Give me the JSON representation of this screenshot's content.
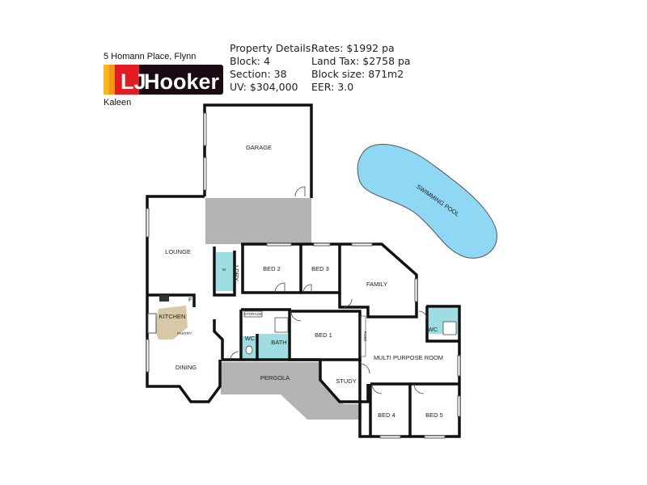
{
  "header": {
    "address": "5 Homann Place, Flynn",
    "suburb": "Kaleen",
    "logo_text": "LJ Hooker",
    "brand_colors": {
      "red": "#e31b23",
      "orange": "#f7941d",
      "yellow": "#fdb913",
      "dark": "#1a0a14"
    }
  },
  "details": {
    "col1": [
      "Property Details:",
      "Block: 4",
      "Section: 38",
      "UV: $304,000"
    ],
    "col2": [
      "Rates: $1992 pa",
      "Land Tax: $2758 pa",
      "Block size: 871m2",
      "EER: 3.0"
    ]
  },
  "rooms": {
    "garage": "GARAGE",
    "lounge": "LOUNGE",
    "kitchen": "KITCHEN",
    "pantry": "PANTRY",
    "fridge": "F",
    "dining": "DINING",
    "laundry": "LDRY",
    "washer": "W",
    "bed2": "BED 2",
    "bed3": "BED 3",
    "family": "FAMILY",
    "storage": "STORAGE",
    "wc": "WC",
    "bath": "BATH",
    "bed1": "BED 1",
    "robe": "ROBE",
    "ensuite_wc": "WC",
    "multi_purpose": "MULTI PURPOSE ROOM",
    "pergola": "PERGOLA",
    "study": "STUDY",
    "bed4": "BED 4",
    "bed5": "BED 5",
    "pool": "SWIMMING POOL"
  },
  "colors": {
    "wall": "#111111",
    "paved": "#b3b3b3",
    "pool": "#8fd8f5",
    "wet_tiles": "#9fdde3",
    "kitchen_tiles": "#d8c9a6"
  }
}
